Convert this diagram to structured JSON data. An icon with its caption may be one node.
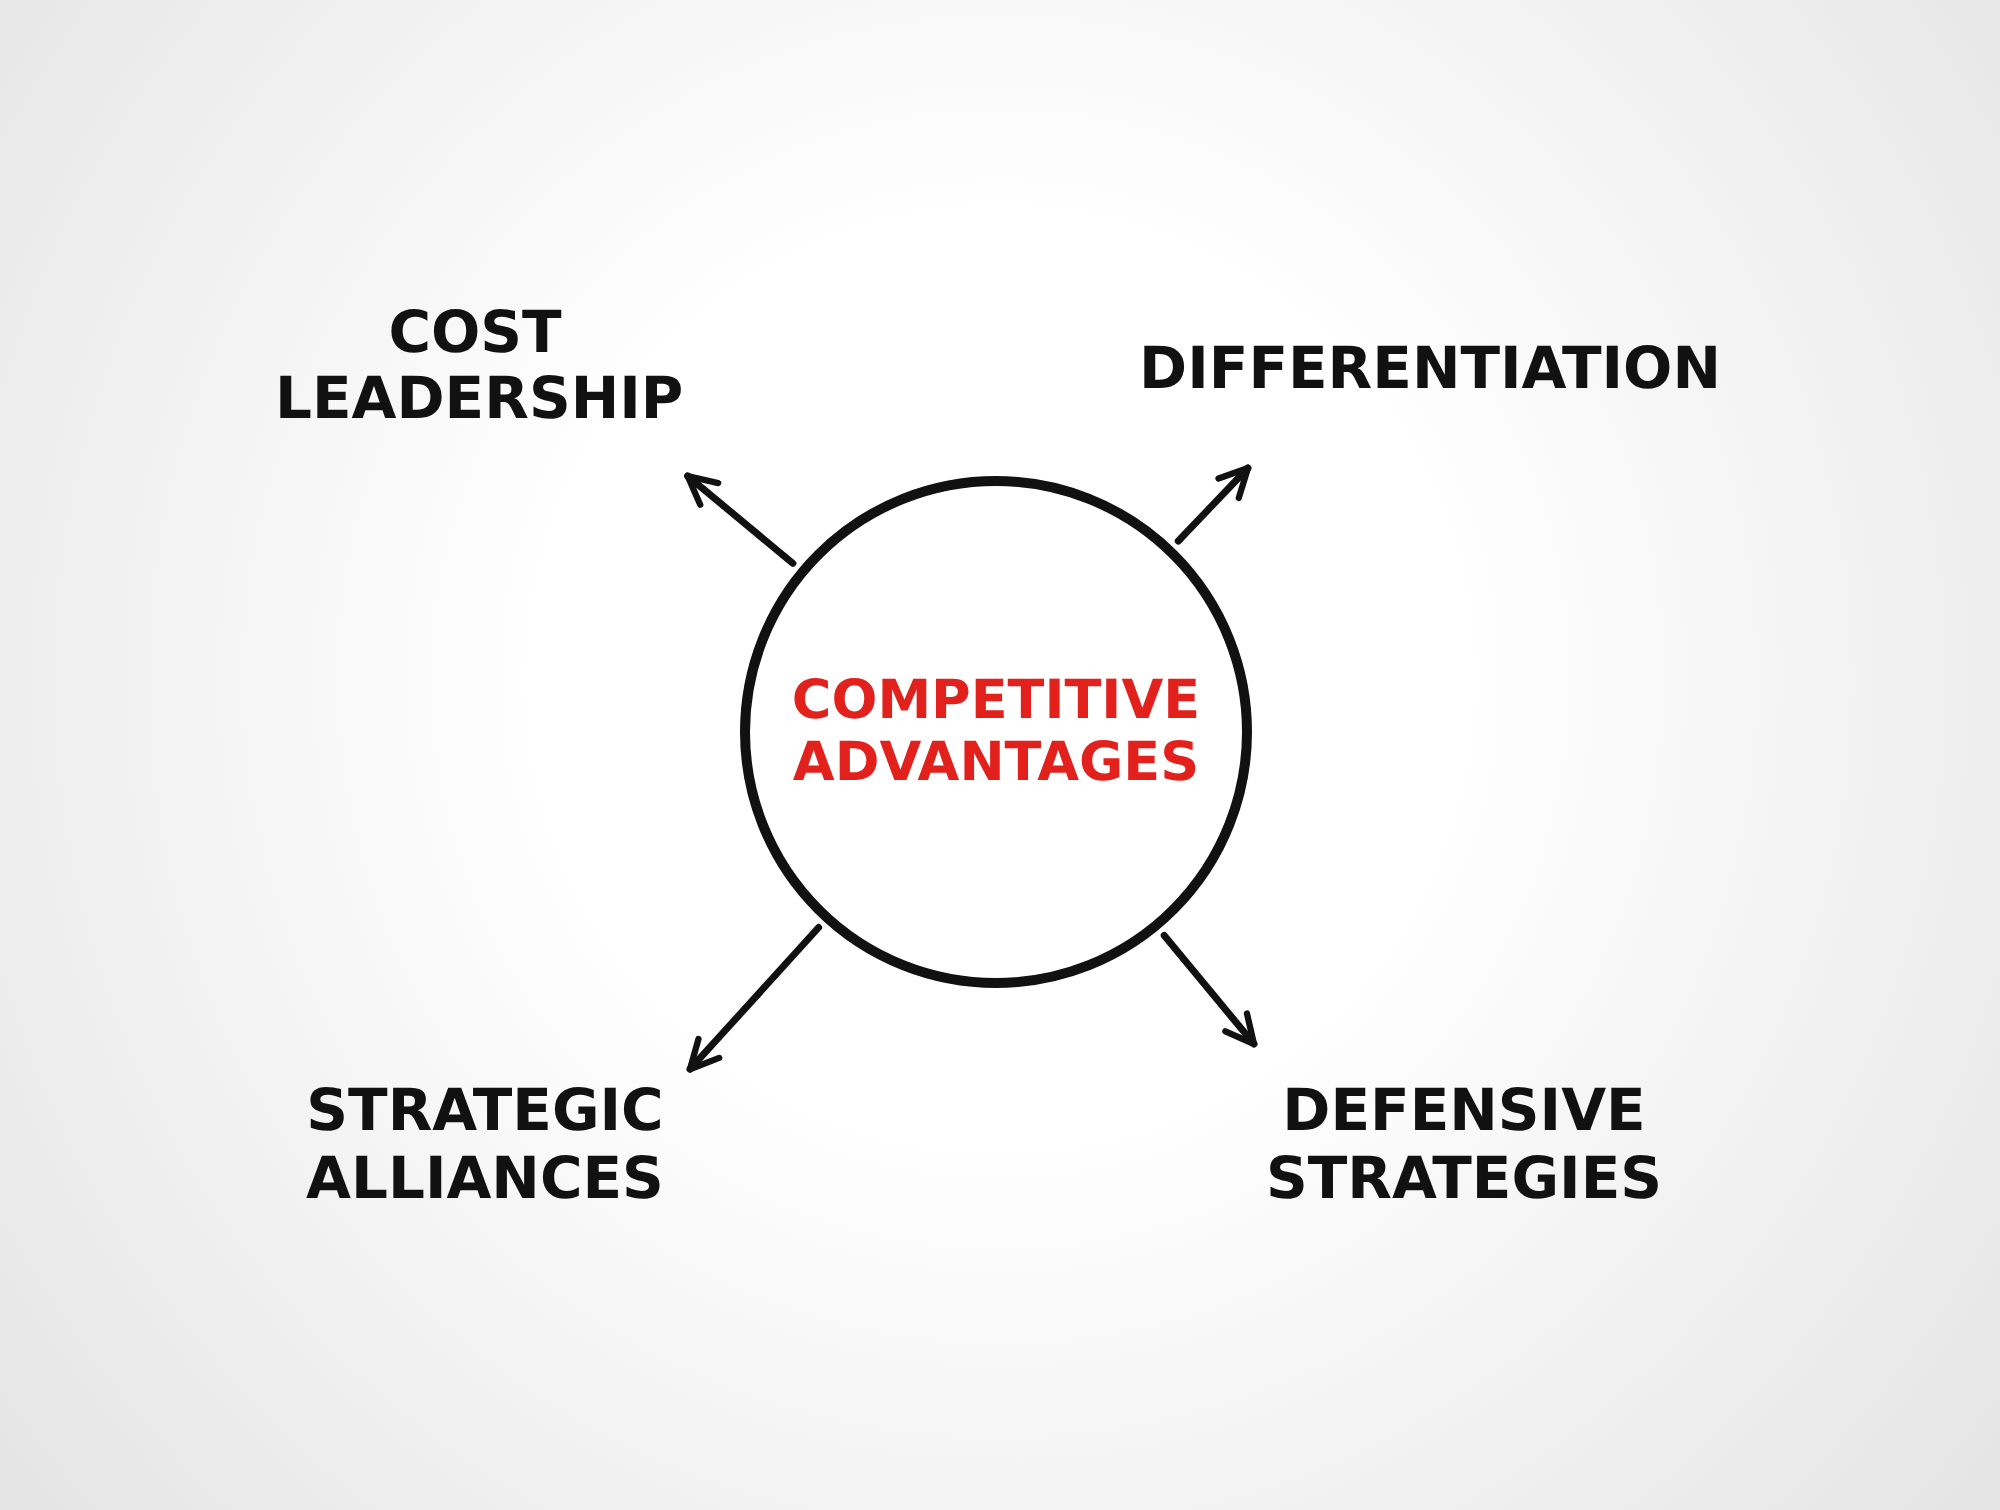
{
  "diagram": {
    "nodes": [
      {
        "text": [
          "COMPETITIVE ADVANTAGES"
        ]
      },
      {
        "text": [
          "COST LEADERSHIP"
        ]
      },
      {
        "text": [
          "DIFFERENTIATION"
        ]
      },
      {
        "text": [
          "STRATEGIC ALLIANCES"
        ]
      },
      {
        "text": [
          "DEFENSIVE STRATEGIES"
        ]
      }
    ],
    "edges": [
      {
        "from": 0,
        "to": 1,
        "arrow": "to"
      },
      {
        "from": 0,
        "to": 2,
        "arrow": "to"
      },
      {
        "from": 0,
        "to": 3,
        "arrow": "to"
      },
      {
        "from": 0,
        "to": 4,
        "arrow": "to"
      }
    ]
  }
}
